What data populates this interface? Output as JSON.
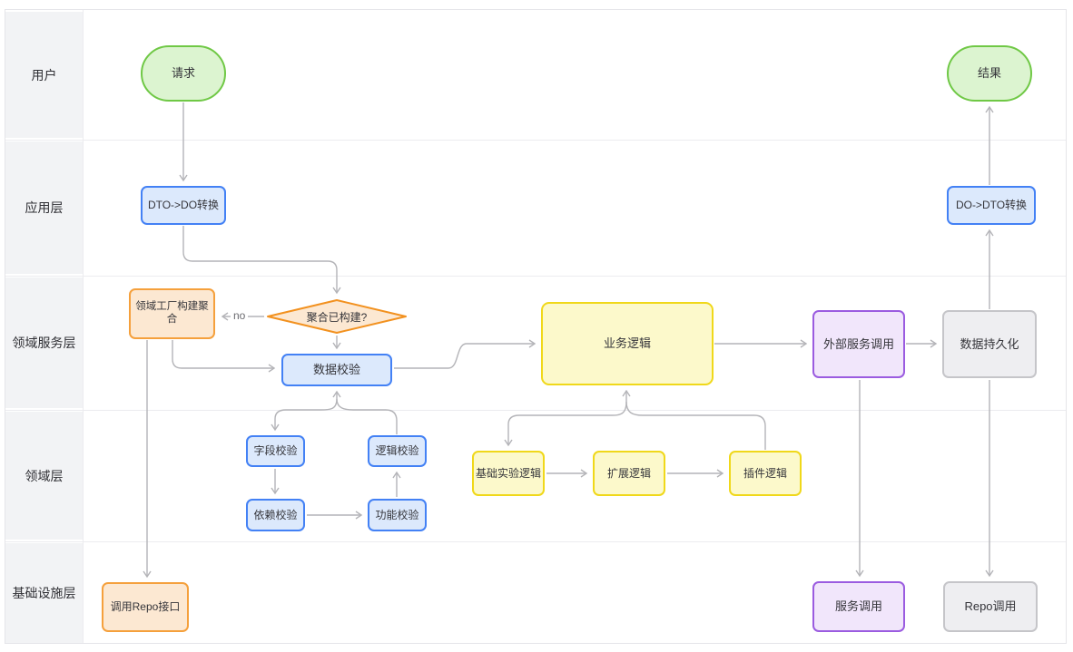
{
  "diagram": {
    "title_hint": "DDD layered flow diagram",
    "lanes": [
      {
        "id": "user",
        "label": "用户"
      },
      {
        "id": "application",
        "label": "应用层"
      },
      {
        "id": "domain-service",
        "label": "领域服务层"
      },
      {
        "id": "domain",
        "label": "领域层"
      },
      {
        "id": "infrastructure",
        "label": "基础设施层"
      }
    ],
    "nodes": {
      "request": {
        "label": "请求",
        "shape": "stadium",
        "color": "green",
        "lane": "user"
      },
      "result": {
        "label": "结果",
        "shape": "stadium",
        "color": "green",
        "lane": "user"
      },
      "dto_to_do": {
        "label": "DTO->DO转换",
        "shape": "rect",
        "color": "blue",
        "lane": "application"
      },
      "do_to_dto": {
        "label": "DO->DTO转换",
        "shape": "rect",
        "color": "blue",
        "lane": "application"
      },
      "domain_factory": {
        "label": "领域工厂构建聚合",
        "shape": "rect",
        "color": "orange",
        "lane": "domain-service"
      },
      "aggregate_built": {
        "label": "聚合已构建?",
        "shape": "diamond",
        "color": "orange",
        "lane": "domain-service"
      },
      "data_validation": {
        "label": "数据校验",
        "shape": "rect",
        "color": "blue",
        "lane": "domain-service"
      },
      "business_logic": {
        "label": "业务逻辑",
        "shape": "rect",
        "color": "yellow",
        "lane": "domain-service"
      },
      "external_service": {
        "label": "外部服务调用",
        "shape": "rect",
        "color": "purple",
        "lane": "domain-service"
      },
      "data_persistence": {
        "label": "数据持久化",
        "shape": "rect",
        "color": "gray",
        "lane": "domain-service"
      },
      "field_validation": {
        "label": "字段校验",
        "shape": "rect",
        "color": "blue",
        "lane": "domain"
      },
      "logic_validation": {
        "label": "逻辑校验",
        "shape": "rect",
        "color": "blue",
        "lane": "domain"
      },
      "dep_validation": {
        "label": "依赖校验",
        "shape": "rect",
        "color": "blue",
        "lane": "domain"
      },
      "func_validation": {
        "label": "功能校验",
        "shape": "rect",
        "color": "blue",
        "lane": "domain"
      },
      "base_exp_logic": {
        "label": "基础实验逻辑",
        "shape": "rect",
        "color": "yellow",
        "lane": "domain"
      },
      "ext_logic": {
        "label": "扩展逻辑",
        "shape": "rect",
        "color": "yellow",
        "lane": "domain"
      },
      "plugin_logic": {
        "label": "插件逻辑",
        "shape": "rect",
        "color": "yellow",
        "lane": "domain"
      },
      "call_repo_iface": {
        "label": "调用Repo接口",
        "shape": "rect",
        "color": "orange",
        "lane": "infrastructure"
      },
      "service_call": {
        "label": "服务调用",
        "shape": "rect",
        "color": "purple",
        "lane": "infrastructure"
      },
      "repo_call": {
        "label": "Repo调用",
        "shape": "rect",
        "color": "gray",
        "lane": "infrastructure"
      }
    },
    "edge_labels": {
      "decision_no": "no"
    },
    "colors": {
      "green_border": "#6fc845",
      "green_fill": "#dcf4d0",
      "blue_border": "#4381f5",
      "blue_fill": "#dce9fc",
      "orange_border": "#f5a03c",
      "orange_fill": "#fce8d2",
      "yellow_border": "#f0d81a",
      "yellow_fill": "#fcf9cb",
      "purple_border": "#9b5ce0",
      "purple_fill": "#f1e6fb",
      "gray_border": "#c5c5c9",
      "gray_fill": "#eeeef1",
      "connector": "#b4b4b8",
      "lane_background": "#f2f3f5"
    }
  }
}
